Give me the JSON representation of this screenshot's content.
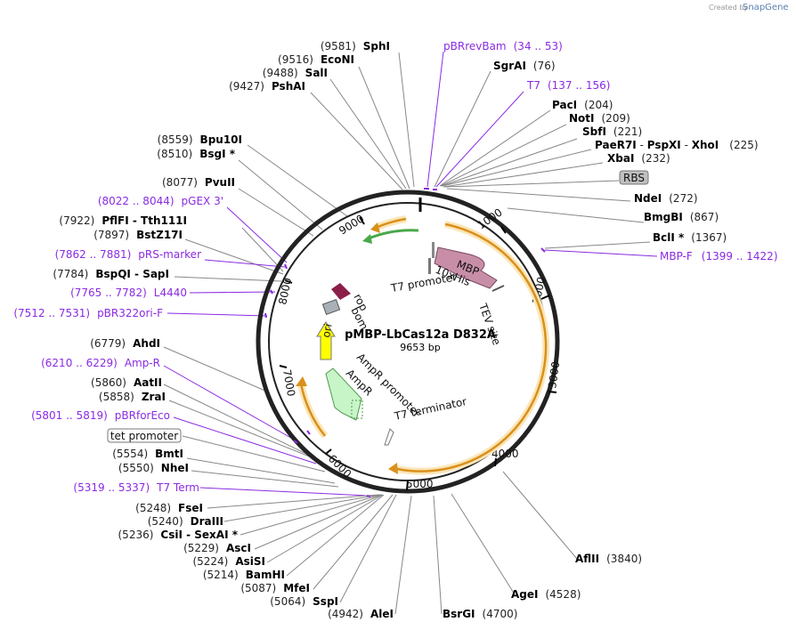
{
  "branding": {
    "created_by": "Created by",
    "product": "SnapGene"
  },
  "plasmid": {
    "name": "pMBP-LbCas12a D832A",
    "size": "9653 bp"
  },
  "ticks": [
    "1000",
    "2000",
    "3000",
    "4000",
    "5000",
    "6000",
    "7000",
    "8000",
    "9000"
  ],
  "colors": {
    "primer": "#8a2be2",
    "mbp": "#c88ea8",
    "orange": "#f0a030",
    "green": "#7ed37e",
    "rop": "#8b1f4a",
    "ori": "#ffff00",
    "ampr": "#c8f5c8",
    "promoter": "#ffffff"
  },
  "right_sites": [
    {
      "name": "SgrAI",
      "pos": "(76)"
    },
    {
      "name": "PacI",
      "pos": "(204)"
    },
    {
      "name": "NotI",
      "pos": "(209)"
    },
    {
      "name": "SbfI",
      "pos": "(221)"
    },
    {
      "name": "XbaI",
      "pos": "(232)"
    },
    {
      "name": "NdeI",
      "pos": "(272)"
    },
    {
      "name": "BmgBI",
      "pos": "(867)"
    },
    {
      "name": "BclI *",
      "pos": "(1367)"
    }
  ],
  "paer_group": {
    "n1": "PaeR7I",
    "sep1": " - ",
    "n2": "PspXI",
    "sep2": " - ",
    "n3": "XhoI",
    "pos": "(225)"
  },
  "right_primers": [
    {
      "name": "pBRrevBam",
      "pos": "(34 .. 53)"
    },
    {
      "name": "T7",
      "pos": "(137 .. 156)"
    },
    {
      "name": "MBP-F",
      "pos": "(1399 .. 1422)"
    }
  ],
  "rbs": "RBS",
  "top_left_sites": [
    {
      "pos": "(9581)",
      "name": "SphI"
    },
    {
      "pos": "(9516)",
      "name": "EcoNI"
    },
    {
      "pos": "(9488)",
      "name": "SalI"
    },
    {
      "pos": "(9427)",
      "name": "PshAI"
    },
    {
      "pos": "(8559)",
      "name": "Bpu10I"
    },
    {
      "pos": "(8510)",
      "name": "BsgI *"
    },
    {
      "pos": "(8077)",
      "name": "PvuII"
    },
    {
      "pos": "(7922)",
      "name": "PflFI - Tth111I"
    },
    {
      "pos": "(7897)",
      "name": "BstZ17I"
    },
    {
      "pos": "(7784)",
      "name": "BspQI - SapI"
    },
    {
      "pos": "(6779)",
      "name": "AhdI"
    },
    {
      "pos": "(5860)",
      "name": "AatII"
    },
    {
      "pos": "(5858)",
      "name": "ZraI"
    }
  ],
  "left_primers": [
    {
      "pos": "(8022 .. 8044)",
      "name": "pGEX 3'"
    },
    {
      "pos": "(7862 .. 7881)",
      "name": "pRS-marker"
    },
    {
      "pos": "(7765 .. 7782)",
      "name": "L4440"
    },
    {
      "pos": "(7512 .. 7531)",
      "name": "pBR322ori-F"
    },
    {
      "pos": "(6210 .. 6229)",
      "name": "Amp-R"
    },
    {
      "pos": "(5801 .. 5819)",
      "name": "pBRforEco"
    },
    {
      "pos": "(5319 .. 5337)",
      "name": "T7 Term"
    }
  ],
  "tet_promoter": "tet promoter",
  "bottom_left_sites": [
    {
      "pos": "(5554)",
      "name": "BmtI"
    },
    {
      "pos": "(5550)",
      "name": "NheI"
    },
    {
      "pos": "(5248)",
      "name": "FseI"
    },
    {
      "pos": "(5240)",
      "name": "DraIII"
    },
    {
      "pos": "(5236)",
      "name": "CsiI - SexAI *"
    },
    {
      "pos": "(5229)",
      "name": "AscI"
    },
    {
      "pos": "(5224)",
      "name": "AsiSI"
    },
    {
      "pos": "(5214)",
      "name": "BamHI"
    },
    {
      "pos": "(5087)",
      "name": "MfeI"
    },
    {
      "pos": "(5064)",
      "name": "SspI"
    },
    {
      "pos": "(4942)",
      "name": "AleI"
    }
  ],
  "bottom_sites": [
    {
      "name": "BsrGI",
      "pos": "(4700)"
    },
    {
      "name": "AgeI",
      "pos": "(4528)"
    },
    {
      "name": "AflII",
      "pos": "(3840)"
    }
  ],
  "features": {
    "mbp": "MBP",
    "his": "10xHis",
    "t7_promoter": "T7 promoter",
    "tev": "TEV site",
    "rop": "rop",
    "bom": "bom",
    "ori": "ori",
    "ampr_promoter": "AmpR promoter",
    "ampr": "AmpR",
    "t7_terminator": "T7 terminator"
  }
}
